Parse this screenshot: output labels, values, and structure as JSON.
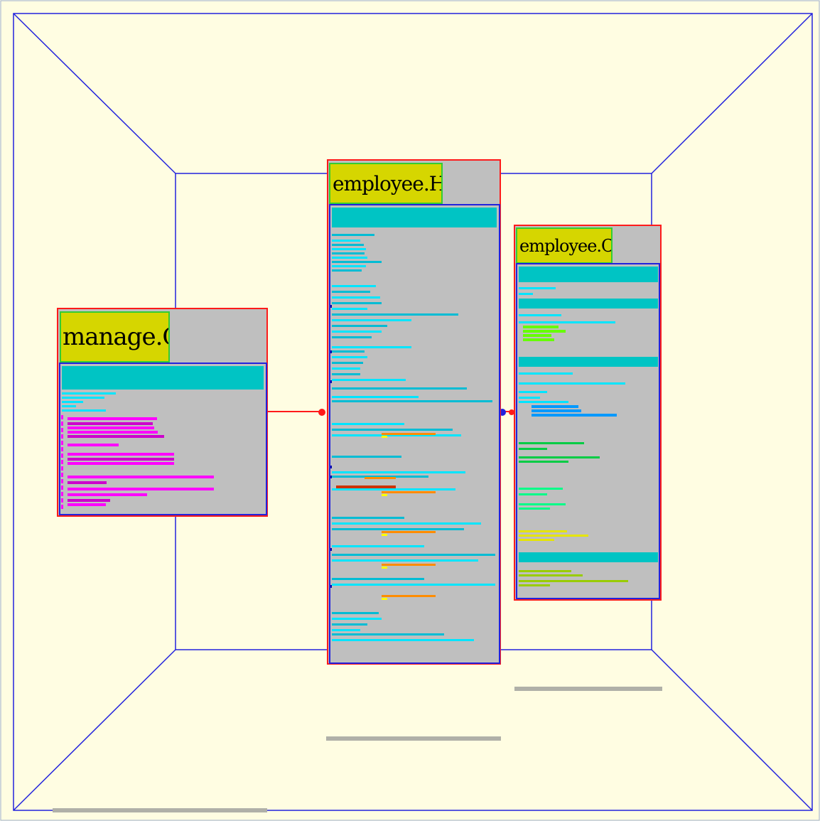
{
  "colors": {
    "background": "#fffde2",
    "room_edges": "#2222dd",
    "panel_border": "#ff1a1a",
    "panel_fill": "#bfbfbf",
    "title_fill": "#d6d600",
    "title_border": "#33cc33",
    "dependency_link": "#ff1a1a",
    "shadow": "#b0b0a8"
  },
  "files": [
    {
      "id": "manage",
      "name": "manage.C",
      "line_colors": [
        "#00c4c4",
        "#00e5ff",
        "#ff00ff",
        "#cc00cc",
        "#ff00ff"
      ]
    },
    {
      "id": "employee_h",
      "name": "employee.H",
      "line_colors": [
        "#00c4c4",
        "#00e5ff",
        "#00bcd4",
        "#ff8c00",
        "#ffff00",
        "#cc3300"
      ]
    },
    {
      "id": "employee_c",
      "name": "employee.C",
      "line_colors": [
        "#00c4c4",
        "#00e5ff",
        "#66ff00",
        "#00cc44",
        "#0099ff",
        "#00ff88",
        "#e5e500",
        "#99cc00"
      ]
    }
  ],
  "links": [
    {
      "from": "manage.C",
      "to": "employee.H"
    },
    {
      "from": "employee.C",
      "to": "employee.H"
    }
  ]
}
